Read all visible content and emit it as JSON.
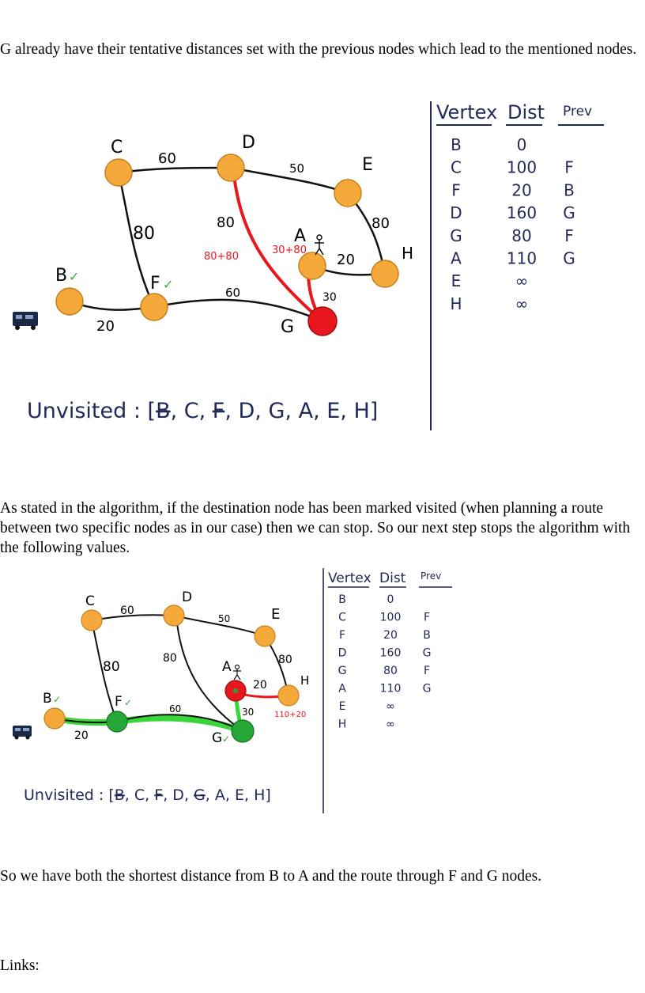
{
  "text": {
    "p1": "G already have their tentative distances set with the previous nodes which lead to the mentioned nodes.",
    "p2": "As stated in the algorithm, if the destination node has been marked visited (when planning a route between two specific nodes as in our case) then we can stop. So our next step stops the algorithm with the following values.",
    "p3": "So we have both the shortest distance from B to A and the route through F and G nodes.",
    "p4": "Links:"
  },
  "figure1": {
    "nodes": {
      "B": "B",
      "C": "C",
      "D": "D",
      "E": "E",
      "F": "F",
      "G": "G",
      "A": "A",
      "H": "H"
    },
    "visited_mark": "✓",
    "edges": {
      "BF": "20",
      "CF": "80",
      "CD": "60",
      "DE": "50",
      "DG": "80",
      "EH": "80",
      "AH": "20",
      "AG": "30",
      "FG": "60"
    },
    "annotations": {
      "dg": "80+80",
      "ag": "30+80"
    },
    "unvisited": {
      "prefix": "Unvisited : [",
      "items": [
        "B",
        "C",
        "F",
        "D",
        "G",
        "A",
        "E",
        "H"
      ],
      "suffix": "]"
    },
    "table": {
      "headers": [
        "Vertex",
        "Dist",
        "Prev"
      ],
      "rows": [
        [
          "B",
          "0",
          ""
        ],
        [
          "C",
          "100",
          "F"
        ],
        [
          "F",
          "20",
          "B"
        ],
        [
          "D",
          "160",
          "G"
        ],
        [
          "G",
          "80",
          "F"
        ],
        [
          "A",
          "110",
          "G"
        ],
        [
          "E",
          "∞",
          ""
        ],
        [
          "H",
          "∞",
          ""
        ]
      ]
    },
    "colors": {
      "node": "#f5a93b",
      "current": "#e8171d",
      "path": "#e8171d",
      "check": "#2db02d"
    }
  },
  "figure2": {
    "nodes": {
      "B": "B",
      "C": "C",
      "D": "D",
      "E": "E",
      "F": "F",
      "G": "G",
      "A": "A",
      "H": "H"
    },
    "visited_mark": "✓",
    "edges": {
      "BF": "20",
      "CF": "80",
      "CD": "60",
      "DE": "50",
      "DG": "80",
      "EH": "80",
      "AH": "20",
      "AG": "30",
      "FG": "60"
    },
    "annotations": {
      "ah": "110+20"
    },
    "unvisited": {
      "prefix": "Unvisited : [",
      "items": [
        "B",
        "C",
        "F",
        "D",
        "G",
        "A",
        "E",
        "H"
      ],
      "suffix": "]"
    },
    "table": {
      "headers": [
        "Vertex",
        "Dist",
        "Prev"
      ],
      "rows": [
        [
          "B",
          "0",
          ""
        ],
        [
          "C",
          "100",
          "F"
        ],
        [
          "F",
          "20",
          "B"
        ],
        [
          "D",
          "160",
          "G"
        ],
        [
          "G",
          "80",
          "F"
        ],
        [
          "A",
          "110",
          "G"
        ],
        [
          "E",
          "∞",
          ""
        ],
        [
          "H",
          "∞",
          ""
        ]
      ]
    },
    "colors": {
      "node": "#f5a93b",
      "visited": "#27a737",
      "current": "#e8171d",
      "path": "#39d639",
      "red_edge": "#e8171d",
      "check": "#2db02d"
    }
  }
}
